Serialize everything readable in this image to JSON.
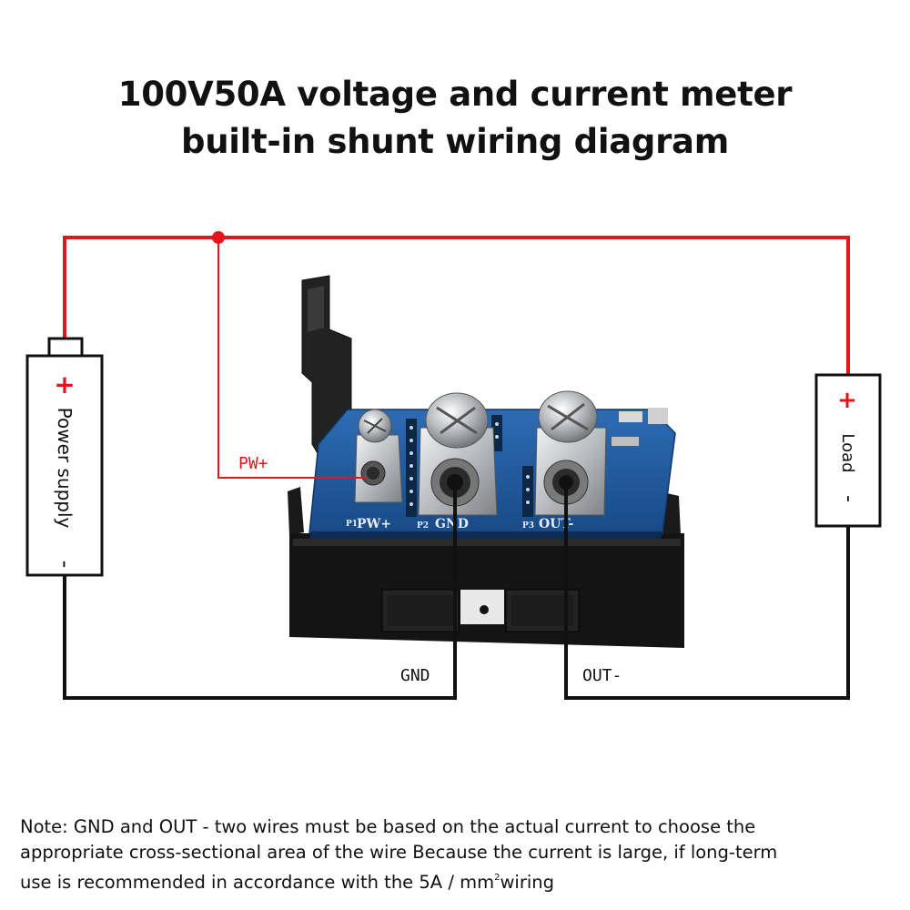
{
  "title": {
    "line1": "100V50A voltage and current meter",
    "line2": "built-in shunt wiring diagram"
  },
  "power_supply": {
    "label": "Power supply",
    "plus": "+",
    "minus": "-"
  },
  "load": {
    "label": "Load",
    "plus": "+",
    "minus": "-"
  },
  "wire_labels": {
    "pw_plus": "PW+",
    "gnd": "GND",
    "out_minus": "OUT-"
  },
  "board_silkscreen": {
    "pw": "PW+",
    "gnd": "GND",
    "out": "OUT-",
    "p1": "P1",
    "p2": "P2",
    "p3": "P3"
  },
  "note": {
    "line1": "Note: GND and OUT - two wires must be based on the actual current to choose the",
    "line2": "appropriate cross-sectional area of the wire Because the current is large, if long-term",
    "line3_part1": "use is recommended in accordance with the 5A / mm",
    "line3_sup": "2",
    "line3_part2": "wiring"
  },
  "colors": {
    "positive_wire": "#e8141b",
    "negative_wire": "#111111",
    "pcb": "#1f5aa0",
    "wire_label": "#e8141b"
  }
}
